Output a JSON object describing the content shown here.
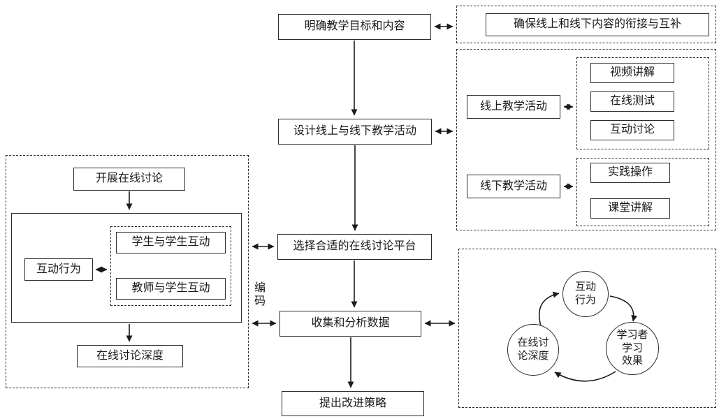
{
  "flow": {
    "step1": "明确教学目标和内容",
    "step2": "设计线上与线下教学活动",
    "step3": "选择合适的在线讨论平台",
    "step4": "收集和分析数据",
    "step5": "提出改进策略",
    "coding_label": "编码"
  },
  "alignment": {
    "label": "确保线上和线下内容的衔接与互补"
  },
  "activities": {
    "online": {
      "label": "线上教学活动",
      "items": [
        "视频讲解",
        "在线测试",
        "互动讨论"
      ]
    },
    "offline": {
      "label": "线下教学活动",
      "items": [
        "实践操作",
        "课堂讲解"
      ]
    }
  },
  "discussion": {
    "title": "开展在线讨论",
    "behavior": "互动行为",
    "interactions": [
      "学生与学生互动",
      "教师与学生互动"
    ],
    "depth": "在线讨论深度"
  },
  "cycle": {
    "top": "互动\n行为",
    "left": "在线讨\n论深度",
    "right": "学习者\n学习\n效果"
  },
  "colors": {
    "line": "#1a1a1a",
    "background": "#ffffff"
  }
}
